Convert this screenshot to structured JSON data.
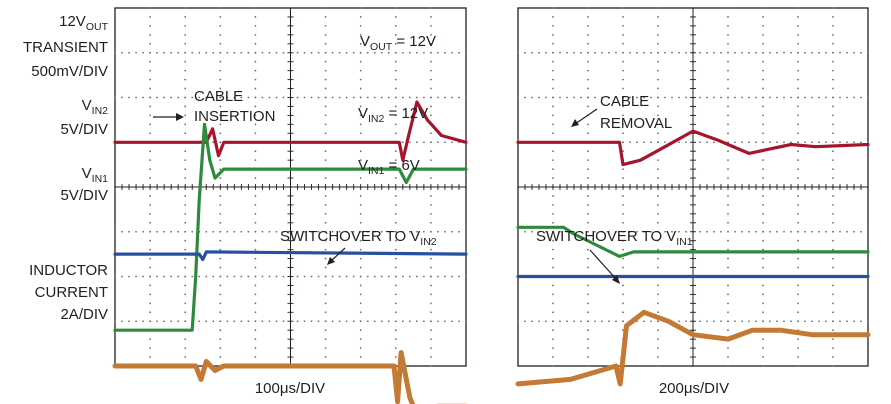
{
  "chart_data": [
    {
      "type": "line",
      "xlabel": "100μs/DIV",
      "grid": true,
      "channel_labels": [
        {
          "main": "12V",
          "sub": "OUT",
          "line2": "TRANSIENT",
          "line3": "500mV/DIV"
        },
        {
          "main": "V",
          "sub": "IN2",
          "line2": "5V/DIV"
        },
        {
          "main": "V",
          "sub": "IN1",
          "line2": "5V/DIV"
        },
        {
          "line1": "INDUCTOR",
          "line2": "CURRENT",
          "line3": "2A/DIV"
        }
      ],
      "annotations": {
        "vout": {
          "pre": "V",
          "sub": "OUT",
          "post": " = 12V"
        },
        "vin2": {
          "pre": "V",
          "sub": "IN2",
          "post": " = 12V"
        },
        "vin1": {
          "pre": "V",
          "sub": "IN1",
          "post": " = 6V"
        },
        "cable_1": "CABLE",
        "cable_2": "INSERTION",
        "switchover": {
          "pre": "SWITCHOVER TO V",
          "sub": "IN2"
        }
      },
      "colors": {
        "vout": "#a3162b",
        "vin2": "#2e8b3c",
        "vin1": "#2850a0",
        "il": "#c47a35"
      },
      "series": [
        {
          "name": "12VOUT TRANSIENT",
          "color": "#a3162b",
          "points": [
            [
              0,
              1.0
            ],
            [
              2.6,
              1.0
            ],
            [
              2.78,
              1.3
            ],
            [
              2.95,
              0.7
            ],
            [
              3.1,
              1.0
            ],
            [
              8.1,
              1.0
            ],
            [
              8.2,
              0.6
            ],
            [
              8.35,
              1.1
            ],
            [
              8.6,
              1.9
            ],
            [
              8.9,
              1.5
            ],
            [
              9.3,
              1.15
            ],
            [
              10,
              1.0
            ]
          ]
        },
        {
          "name": "VIN2",
          "color": "#2e8b3c",
          "points": [
            [
              0,
              -3.2
            ],
            [
              2.2,
              -3.2
            ],
            [
              2.3,
              -2.0
            ],
            [
              2.4,
              -0.3
            ],
            [
              2.55,
              1.4
            ],
            [
              2.7,
              0.6
            ],
            [
              2.85,
              0.2
            ],
            [
              3.1,
              0.4
            ],
            [
              8.1,
              0.4
            ],
            [
              8.3,
              0.1
            ],
            [
              8.5,
              0.4
            ],
            [
              10,
              0.4
            ]
          ]
        },
        {
          "name": "VIN1",
          "color": "#2850a0",
          "points": [
            [
              0,
              -1.5
            ],
            [
              2.4,
              -1.5
            ],
            [
              2.5,
              -1.62
            ],
            [
              2.6,
              -1.45
            ],
            [
              10,
              -1.5
            ]
          ]
        },
        {
          "name": "INDUCTOR CURRENT",
          "color": "#c47a35",
          "points": [
            [
              0,
              -4.0
            ],
            [
              2.3,
              -4.0
            ],
            [
              2.45,
              -4.3
            ],
            [
              2.6,
              -3.9
            ],
            [
              2.85,
              -4.1
            ],
            [
              3.1,
              -4.0
            ],
            [
              7.95,
              -4.0
            ],
            [
              8.05,
              -4.8
            ],
            [
              8.15,
              -3.7
            ],
            [
              8.4,
              -4.7
            ],
            [
              8.55,
              -5.0
            ],
            [
              9.2,
              -4.9
            ],
            [
              10,
              -4.9
            ]
          ]
        }
      ]
    },
    {
      "type": "line",
      "xlabel": "200μs/DIV",
      "grid": true,
      "annotations": {
        "cable_1": "CABLE",
        "cable_2": "REMOVAL",
        "switchover": {
          "pre": "SWITCHOVER TO V",
          "sub": "IN1"
        }
      },
      "colors": {
        "vout": "#a3162b",
        "vin2": "#2e8b3c",
        "vin1": "#2850a0",
        "il": "#c47a35"
      },
      "series": [
        {
          "name": "12VOUT TRANSIENT",
          "color": "#a3162b",
          "points": [
            [
              0,
              1.0
            ],
            [
              2.9,
              1.0
            ],
            [
              3.0,
              0.5
            ],
            [
              3.5,
              0.6
            ],
            [
              4.2,
              0.9
            ],
            [
              5.0,
              1.25
            ],
            [
              5.7,
              1.05
            ],
            [
              6.6,
              0.75
            ],
            [
              7.8,
              0.95
            ],
            [
              8.5,
              0.9
            ],
            [
              10,
              0.95
            ]
          ]
        },
        {
          "name": "VIN2",
          "color": "#2e8b3c",
          "points": [
            [
              0,
              -0.9
            ],
            [
              1.3,
              -0.9
            ],
            [
              1.6,
              -1.05
            ],
            [
              2.9,
              -1.55
            ],
            [
              3.3,
              -1.45
            ],
            [
              10,
              -1.45
            ]
          ]
        },
        {
          "name": "VIN1",
          "color": "#2850a0",
          "points": [
            [
              0,
              -2.0
            ],
            [
              10,
              -2.0
            ]
          ]
        },
        {
          "name": "INDUCTOR CURRENT",
          "color": "#c47a35",
          "points": [
            [
              0,
              -4.4
            ],
            [
              1.5,
              -4.3
            ],
            [
              2.8,
              -4.0
            ],
            [
              2.92,
              -4.4
            ],
            [
              3.1,
              -3.1
            ],
            [
              3.6,
              -2.8
            ],
            [
              4.3,
              -3.0
            ],
            [
              5.0,
              -3.3
            ],
            [
              6.0,
              -3.4
            ],
            [
              6.7,
              -3.2
            ],
            [
              7.5,
              -3.2
            ],
            [
              8.4,
              -3.3
            ],
            [
              10,
              -3.3
            ]
          ]
        }
      ]
    }
  ]
}
